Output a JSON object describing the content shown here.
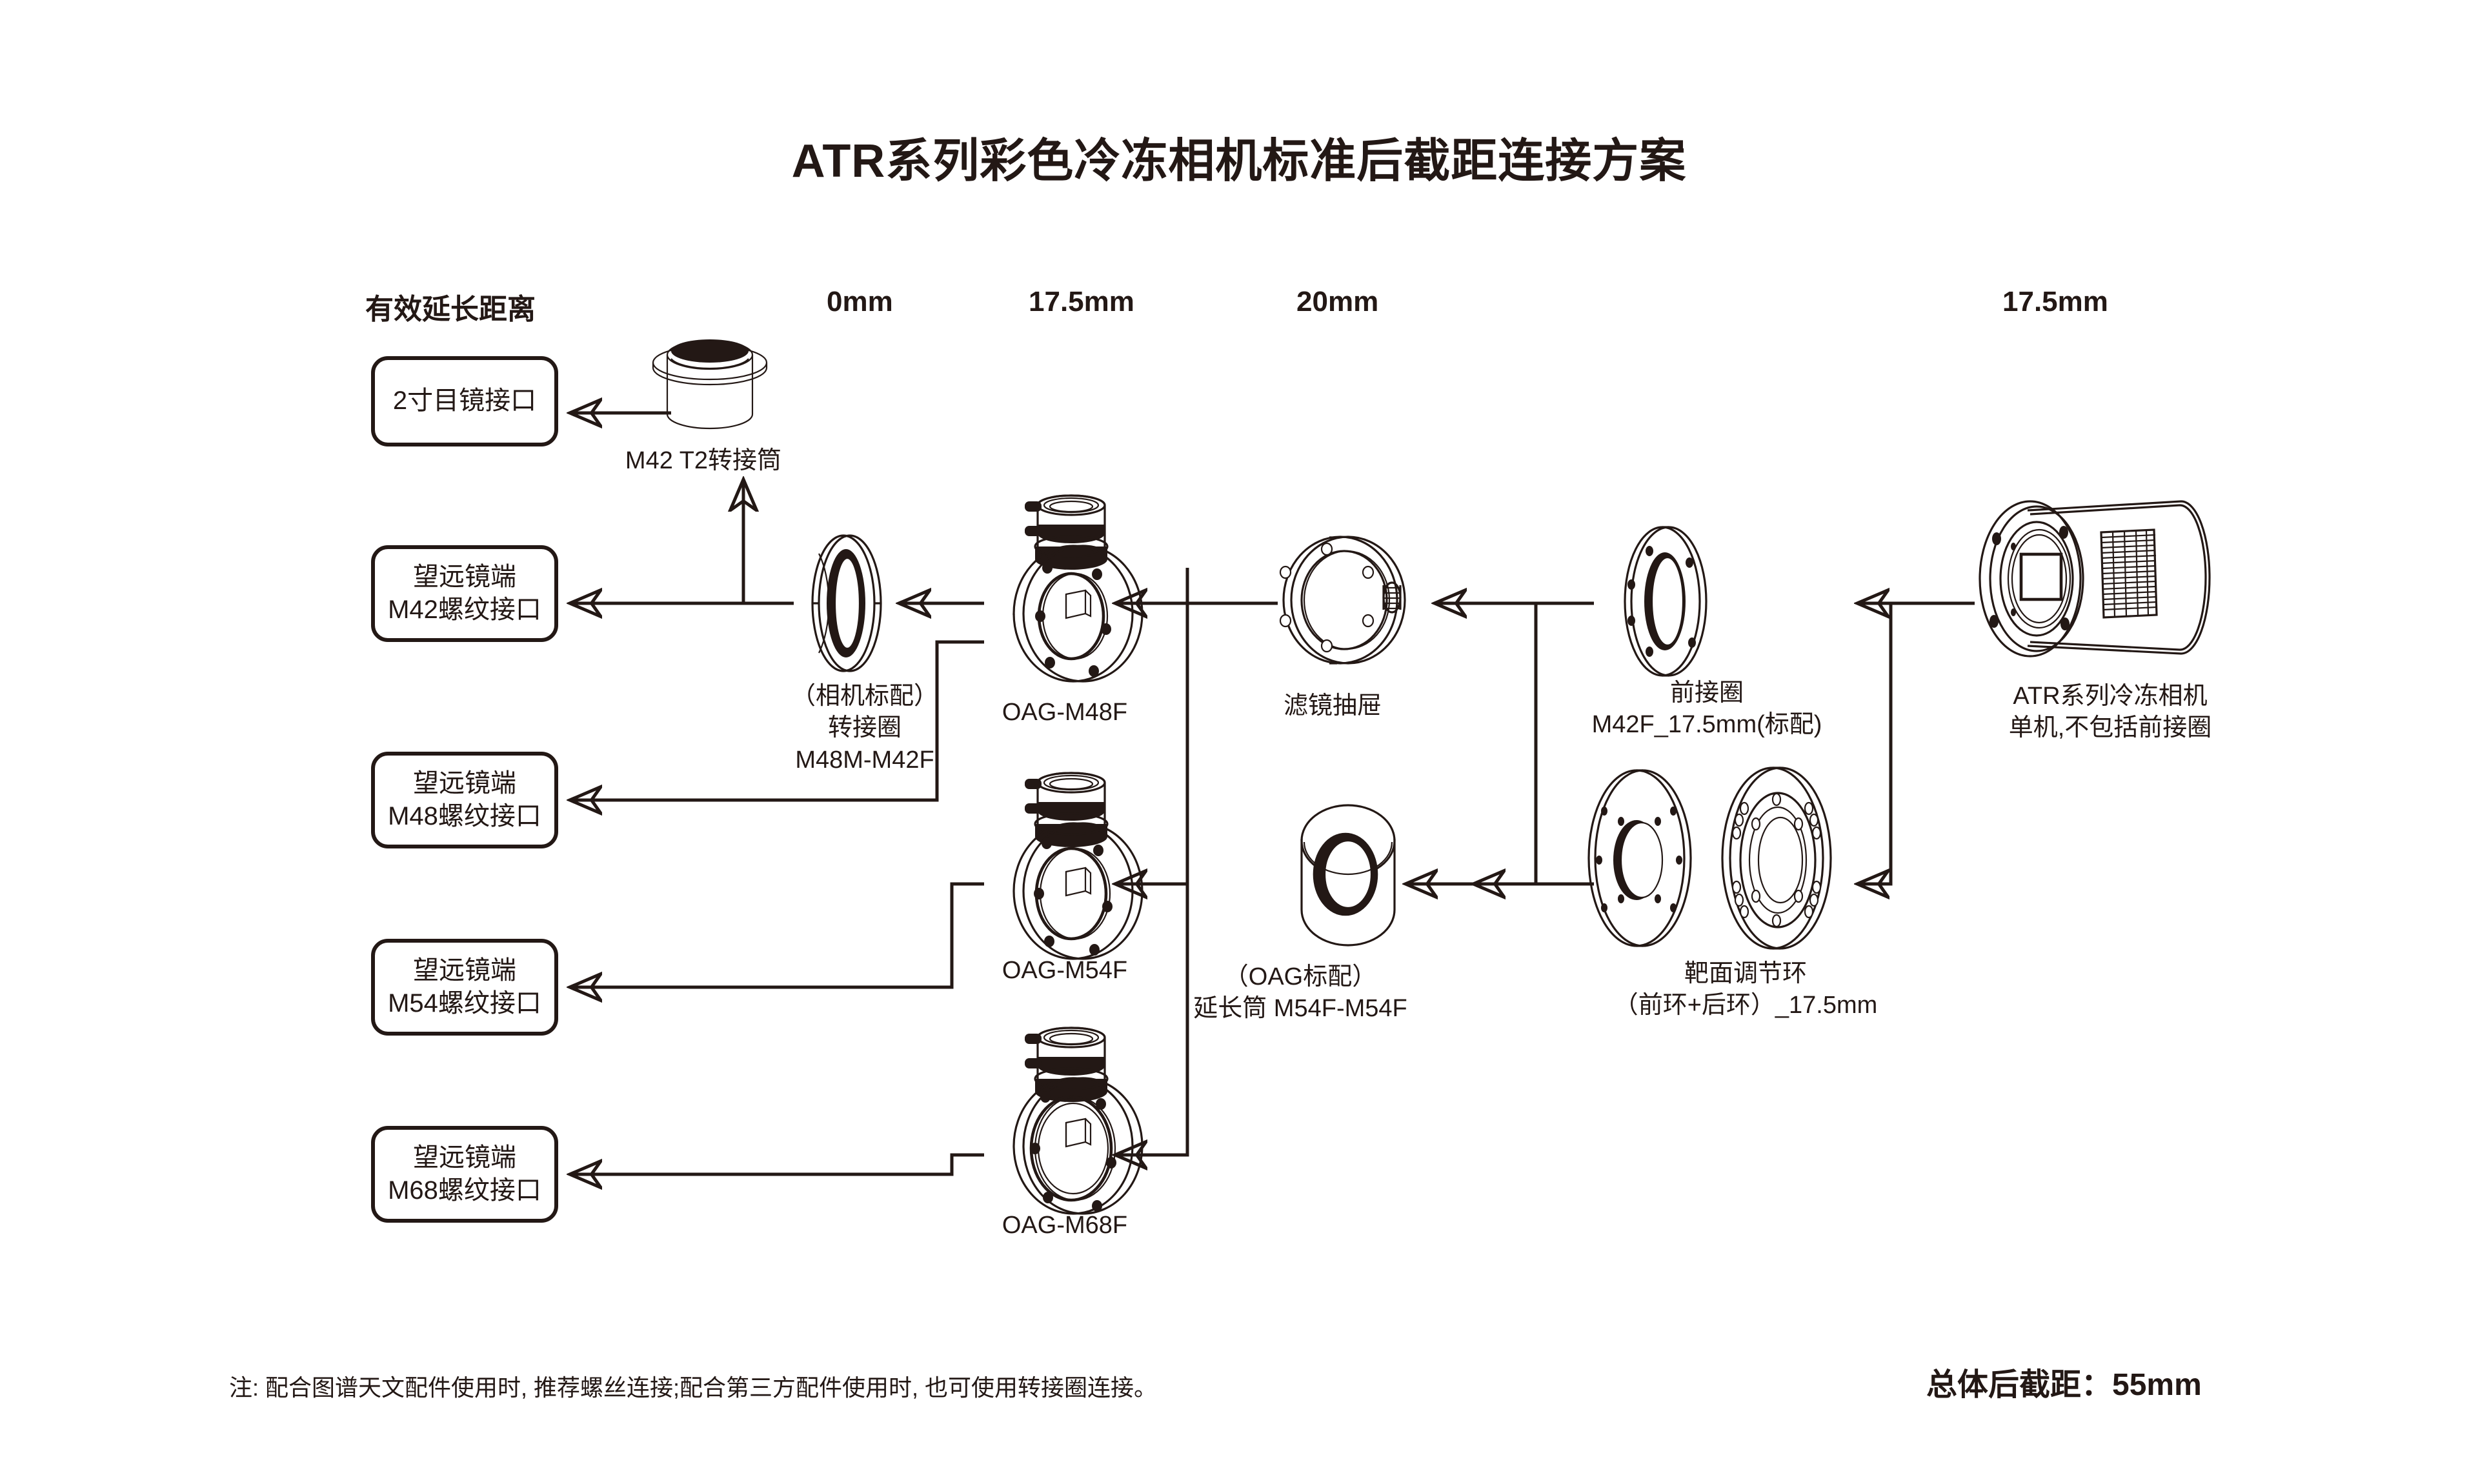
{
  "title": "ATR系列彩色冷冻相机标准后截距连接方案",
  "headers": {
    "effective_distance": "有效延长距离",
    "col_0mm": "0mm",
    "col_175_oag": "17.5mm",
    "col_20mm": "20mm",
    "col_175_ring": "17.5mm"
  },
  "telescope_ports": [
    {
      "id": "eyepiece",
      "line1": "2寸目镜接口",
      "line2": ""
    },
    {
      "id": "m42",
      "line1": "望远镜端",
      "line2": "M42螺纹接口"
    },
    {
      "id": "m48",
      "line1": "望远镜端",
      "line2": "M48螺纹接口"
    },
    {
      "id": "m54",
      "line1": "望远镜端",
      "line2": "M54螺纹接口"
    },
    {
      "id": "m68",
      "line1": "望远镜端",
      "line2": "M68螺纹接口"
    }
  ],
  "components": {
    "t2_tube": {
      "label": "M42 T2转接筒"
    },
    "adapter_ring": {
      "line1": "（相机标配）",
      "line2": "转接圈",
      "line3": "M48M-M42F"
    },
    "oag_m48f": {
      "label": "OAG-M48F"
    },
    "oag_m54f": {
      "label": "OAG-M54F"
    },
    "oag_m68f": {
      "label": "OAG-M68F"
    },
    "filter_drawer": {
      "label": "滤镜抽屉"
    },
    "extension_tube": {
      "line1": "（OAG标配）",
      "line2": "延长筒 M54F-M54F"
    },
    "front_ring": {
      "line1": "前接圈",
      "line2": "M42F_17.5mm(标配)"
    },
    "target_ring": {
      "line1": "靶面调节环",
      "line2": "（前环+后环）_17.5mm"
    },
    "camera": {
      "line1": "ATR系列冷冻相机",
      "line2": "单机,不包括前接圈"
    }
  },
  "footer": {
    "note": "注: 配合图谱天文配件使用时, 推荐螺丝连接;配合第三方配件使用时, 也可使用转接圈连接。",
    "total_backfocus": "总体后截距：55mm"
  },
  "colors": {
    "ink": "#231815",
    "background": "#ffffff"
  }
}
